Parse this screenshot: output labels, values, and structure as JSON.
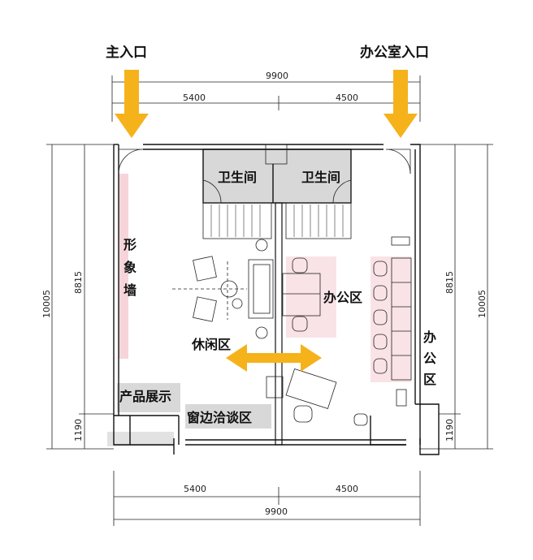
{
  "entrances": {
    "main": "主入口",
    "office": "办公室入口"
  },
  "dimensions": {
    "top_total": "9900",
    "top_left": "5400",
    "top_right": "4500",
    "bottom_left": "5400",
    "bottom_right": "4500",
    "bottom_total": "9900",
    "left_total": "10005",
    "left_main": "8815",
    "left_small": "1190",
    "right_total": "10005",
    "right_main": "8815",
    "right_small": "1190"
  },
  "rooms": {
    "toilet_left": "卫生间",
    "toilet_right": "卫生间",
    "image_wall": [
      "形",
      "象",
      "墙"
    ],
    "office_area": "办公区",
    "office_area_vertical": [
      "办",
      "公",
      "区"
    ],
    "leisure_area": "休闲区",
    "product_display": "产品展示",
    "window_meeting": "窗边洽谈区"
  },
  "colors": {
    "arrow": "#F5B21B",
    "highlight_pink": "#F6D5DA",
    "highlight_gray": "#D8D8D8",
    "wall": "#111111"
  }
}
